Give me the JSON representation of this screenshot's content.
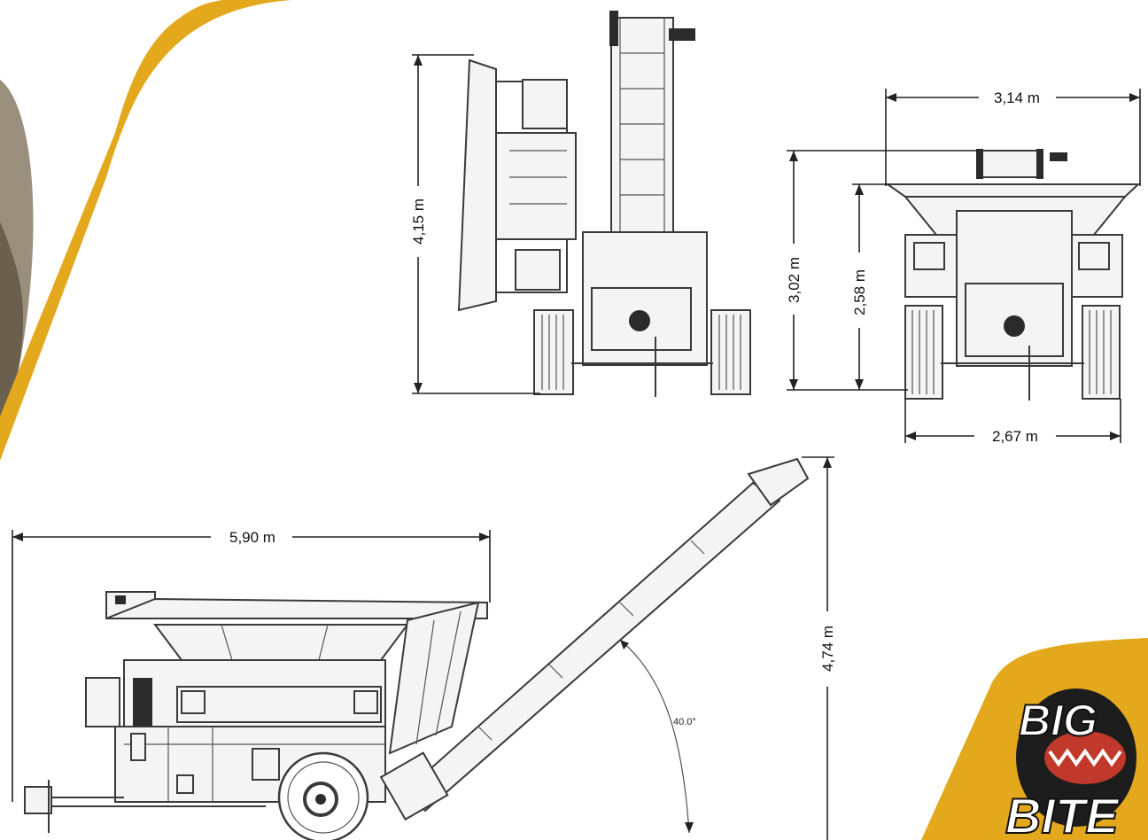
{
  "dimensions": {
    "side_height": "4,15 m",
    "front_width_top": "3,14 m",
    "front_height_total": "3,02 m",
    "front_height_body": "2,58 m",
    "front_width_bottom": "2,67 m",
    "length": "5,90 m",
    "auger_height": "4,74 m",
    "auger_angle": "40.0°"
  },
  "brand": {
    "logo_line1": "BIG",
    "logo_line2": "BITE"
  },
  "colors": {
    "accent": "#E3A81C",
    "ink": "#2b2b2b",
    "ground": "#9a8f7c"
  }
}
